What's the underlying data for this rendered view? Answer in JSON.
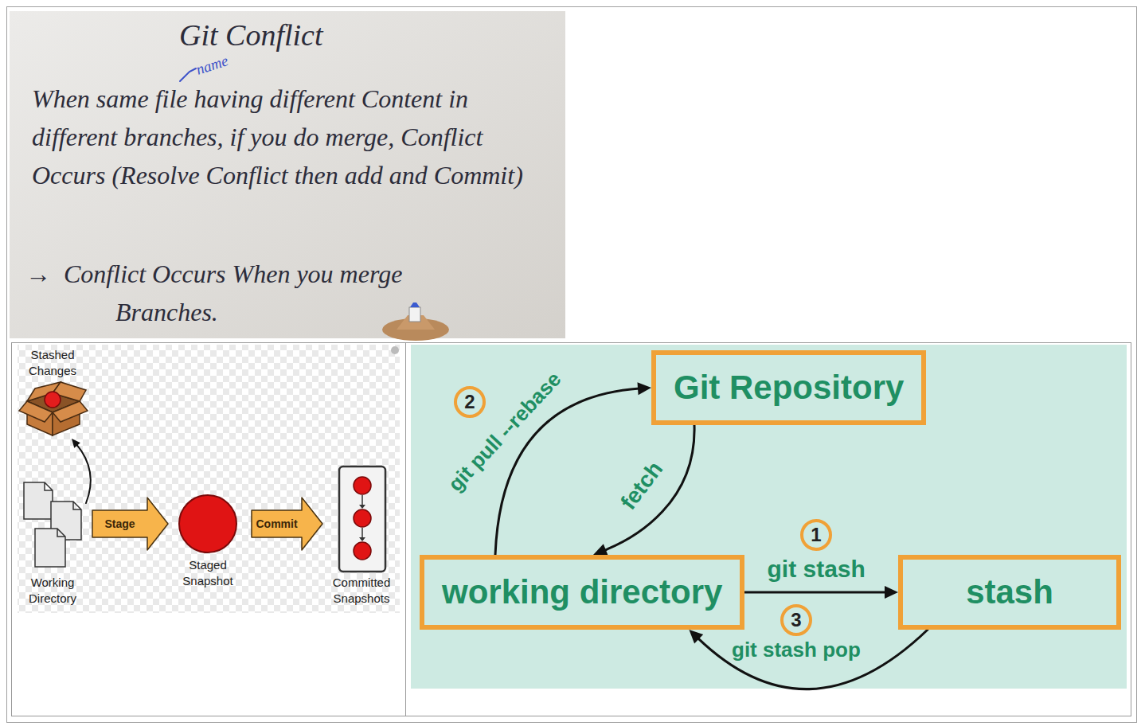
{
  "diagram": {
    "title": "Git Conflict",
    "nodes": [
      {
        "text": [
          "Stashed Changes"
        ]
      },
      {
        "text": [
          "Working Directory"
        ]
      },
      {
        "text": [
          "Staged Snapshot"
        ]
      },
      {
        "text": [
          "Committed Snapshots"
        ]
      },
      {
        "text": [
          "Git Repository"
        ]
      },
      {
        "text": [
          "working directory"
        ]
      },
      {
        "text": [
          "stash"
        ]
      }
    ],
    "edges": [
      {
        "from": 1,
        "to": 0,
        "arrow": "to"
      },
      {
        "from": 1,
        "to": 2,
        "label": "Stage",
        "arrow": "to"
      },
      {
        "from": 2,
        "to": 3,
        "label": "Commit",
        "arrow": "to"
      },
      {
        "from": 5,
        "to": 4,
        "label": "git pull --rebase",
        "arrow": "to"
      },
      {
        "from": 4,
        "to": 5,
        "label": "fetch",
        "arrow": "to"
      },
      {
        "from": 5,
        "to": 6,
        "label": "git stash",
        "arrow": "to"
      },
      {
        "from": 6,
        "to": 5,
        "label": "git stash pop",
        "arrow": "to"
      }
    ],
    "labels": [
      "name",
      "When same file having different Content in different branches, if you do merge, Conflict Occurs (Resolve Conflict then add and Commit)",
      "→",
      "Conflict Occurs When you merge Branches.",
      "1",
      "2",
      "3"
    ]
  }
}
